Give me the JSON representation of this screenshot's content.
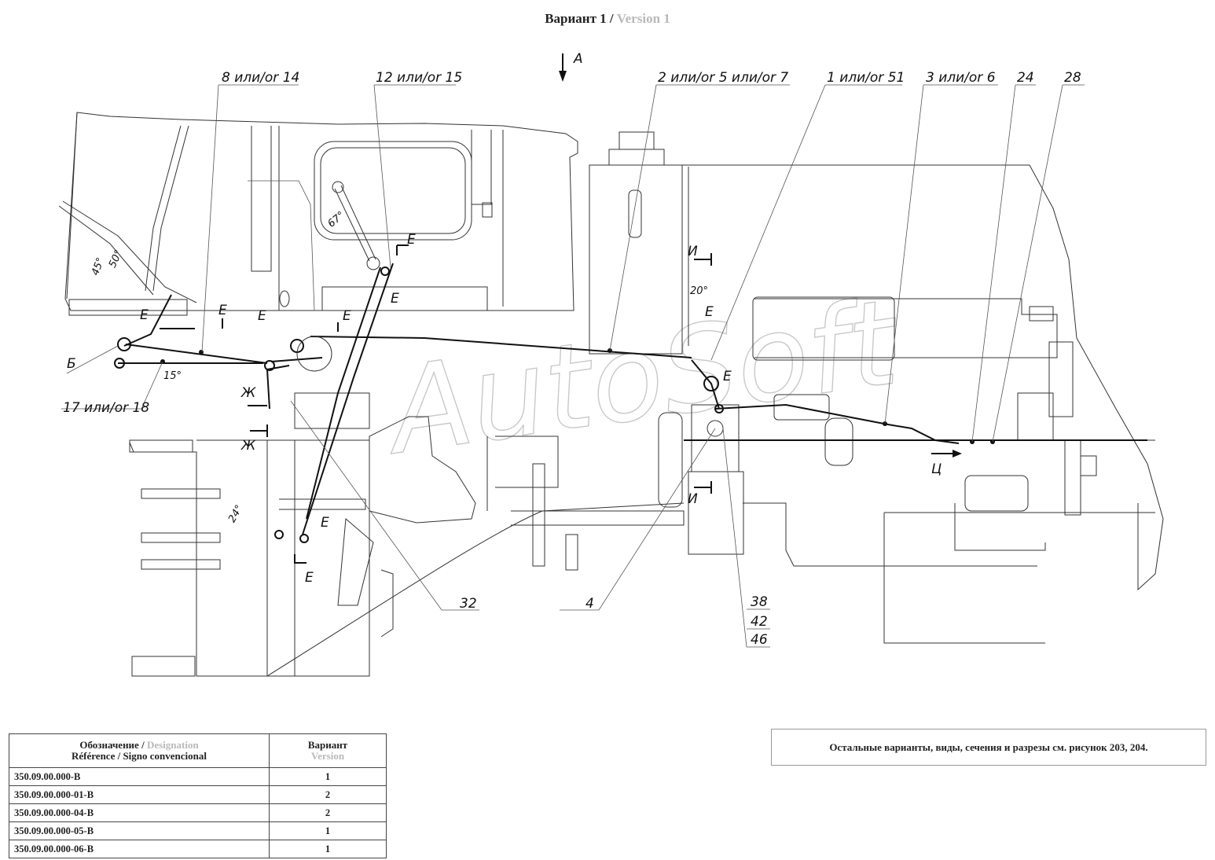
{
  "title": {
    "main": "Вариант 1 / ",
    "grey": "Version 1"
  },
  "watermark": "AutoSoft",
  "callouts": {
    "c1": "8 или/or 14",
    "c2": "12 или/or 15",
    "c3": "2 или/or 5 или/or 7",
    "c4": "1 или/or 51",
    "c5": "3 или/or 6",
    "c6": "24",
    "c7": "28",
    "c8": "17 или/or 18",
    "c9": "32",
    "c10": "4",
    "c11a": "38",
    "c11b": "42",
    "c11c": "46",
    "b_mark": "Б",
    "a_mark": "А"
  },
  "section_marks": {
    "e": "Е",
    "zh": "Ж",
    "i": "И",
    "ts": "Ц"
  },
  "angles": {
    "a45": "45°",
    "a50": "50°",
    "a67": "67°",
    "a20": "20°",
    "a15": "15°",
    "a24": "24°"
  },
  "table": {
    "header_col1_line1": "Обозначение / ",
    "header_col1_line1_grey": "Designation",
    "header_col1_line2": "Référence / Signo convencional",
    "header_col2_line1": "Вариант",
    "header_col2_line2_grey": "Version",
    "rows": [
      {
        "designation": "350.09.00.000-В",
        "version": "1"
      },
      {
        "designation": "350.09.00.000-01-В",
        "version": "2"
      },
      {
        "designation": "350.09.00.000-04-В",
        "version": "2"
      },
      {
        "designation": "350.09.00.000-05-В",
        "version": "1"
      },
      {
        "designation": "350.09.00.000-06-В",
        "version": "1"
      }
    ]
  },
  "note": "Остальные варианты, виды, сечения и разрезы см. рисунок 203, 204."
}
